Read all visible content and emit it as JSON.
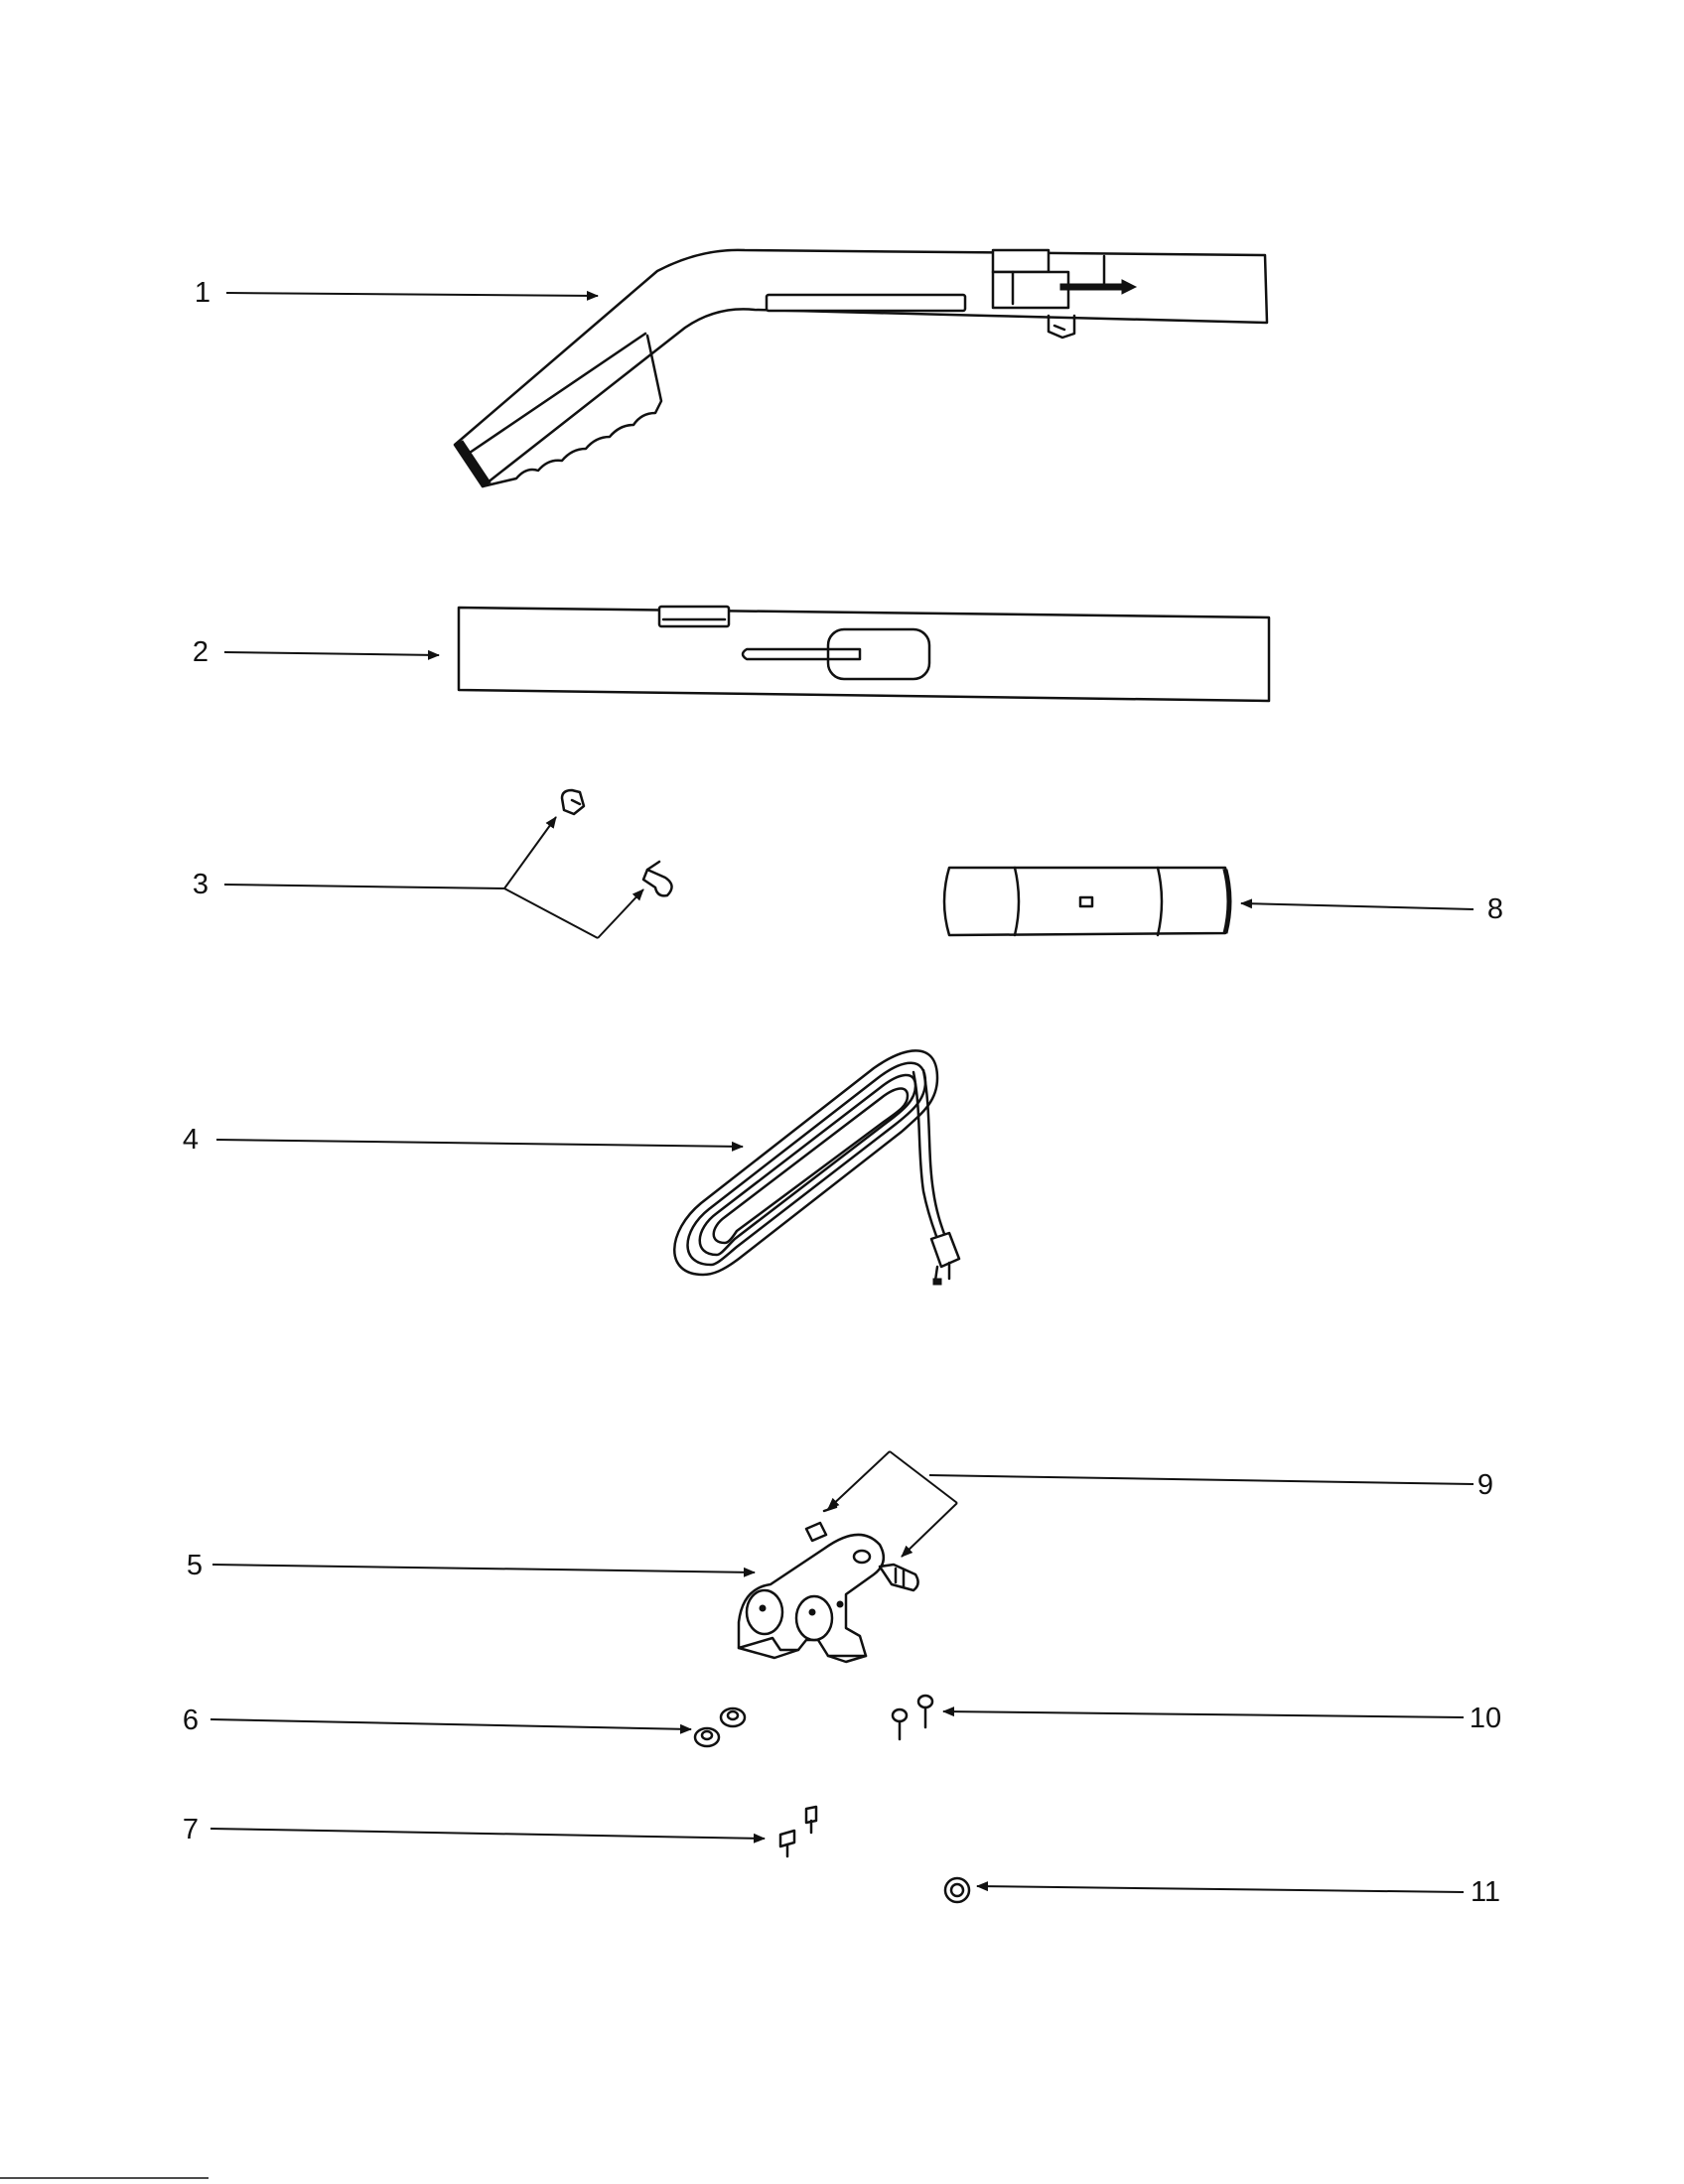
{
  "callouts": [
    {
      "id": 1,
      "label": "1"
    },
    {
      "id": 2,
      "label": "2"
    },
    {
      "id": 3,
      "label": "3"
    },
    {
      "id": 4,
      "label": "4"
    },
    {
      "id": 5,
      "label": "5"
    },
    {
      "id": 6,
      "label": "6"
    },
    {
      "id": 7,
      "label": "7"
    },
    {
      "id": 8,
      "label": "8"
    },
    {
      "id": 9,
      "label": "9"
    },
    {
      "id": 10,
      "label": "10"
    },
    {
      "id": 11,
      "label": "11"
    }
  ],
  "parts": [
    {
      "callout": "1",
      "icon": "curved-handle-tube-icon"
    },
    {
      "callout": "2",
      "icon": "straight-wand-tube-icon"
    },
    {
      "callout": "3",
      "icon": "button-and-latch-icon"
    },
    {
      "callout": "4",
      "icon": "coiled-power-cord-icon"
    },
    {
      "callout": "5",
      "icon": "bracket-mount-icon"
    },
    {
      "callout": "6",
      "icon": "nuts-icon"
    },
    {
      "callout": "7",
      "icon": "thumb-screws-icon"
    },
    {
      "callout": "8",
      "icon": "hand-grip-icon"
    },
    {
      "callout": "9",
      "icon": "bracket-knob-and-cap-icon"
    },
    {
      "callout": "10",
      "icon": "screws-icon"
    },
    {
      "callout": "11",
      "icon": "ring-washer-icon"
    }
  ]
}
